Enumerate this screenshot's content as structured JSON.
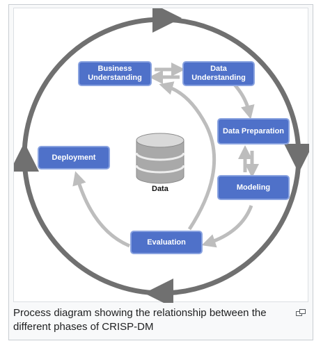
{
  "diagram": {
    "phases": {
      "business_understanding": "Business Understanding",
      "data_understanding": "Data Understanding",
      "data_preparation": "Data Preparation",
      "modeling": "Modeling",
      "evaluation": "Evaluation",
      "deployment": "Deployment"
    },
    "data_label": "Data",
    "colors": {
      "phase_box": "#4f71c9",
      "outer_cycle": "#707070",
      "inner_arrows": "#bdbdbd"
    }
  },
  "caption": "Process diagram showing the relationship between the different phases of CRISP-DM",
  "icons": {
    "enlarge": "enlarge-icon"
  }
}
